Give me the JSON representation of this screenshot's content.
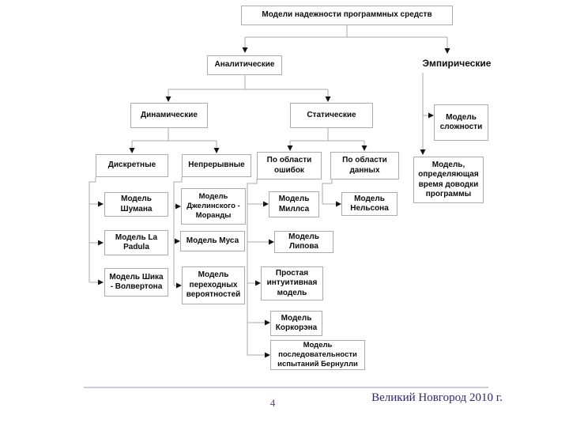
{
  "slide": {
    "page_number": "4",
    "footer_text": "Великий Новгород 2010 г."
  },
  "colors": {
    "background": "#ffffff",
    "node_border": "#ababab",
    "connector_line": "#a9a9a9",
    "arrowhead": "#141414",
    "footer_text": "#2b2a66",
    "page_number": "#54406e",
    "footer_divider": "#c9cede"
  },
  "diagram": {
    "nodes": {
      "root": "Модели надежности программных средств",
      "analytical": "Аналитические",
      "empirical": "Эмпирические",
      "dynamic": "Динамические",
      "static": "Статические",
      "discrete": "Дискретные",
      "continuous": "Непрерывные",
      "error_domain": "По области\nошибок",
      "data_domain": "По области\nданных",
      "shuman": "Модель\nШумана",
      "la_padula": "Модель La\nPadula",
      "shick_wolverton": "Модель Шика\n- Волвертона",
      "jelinski_moranda": "Модель\nДжелинского -\nМоранды",
      "musa": "Модель Муса",
      "transition_prob": "Модель\nпереходных\nвероятностей",
      "mills": "Модель\nМиллса",
      "lipov": "Модель\nЛипова",
      "simple_intuitive": "Простая\nинтуитивная\nмодель",
      "corcoran": "Модель\nКоркорэна",
      "bernoulli": "Модель\nпоследовательности\nиспытаний Бернулли",
      "nelson": "Модель\nНельсона",
      "complexity": "Модель\nсложности",
      "debugging_time": "Модель,\nопределяющая\nвремя доводки\nпрограммы"
    }
  }
}
